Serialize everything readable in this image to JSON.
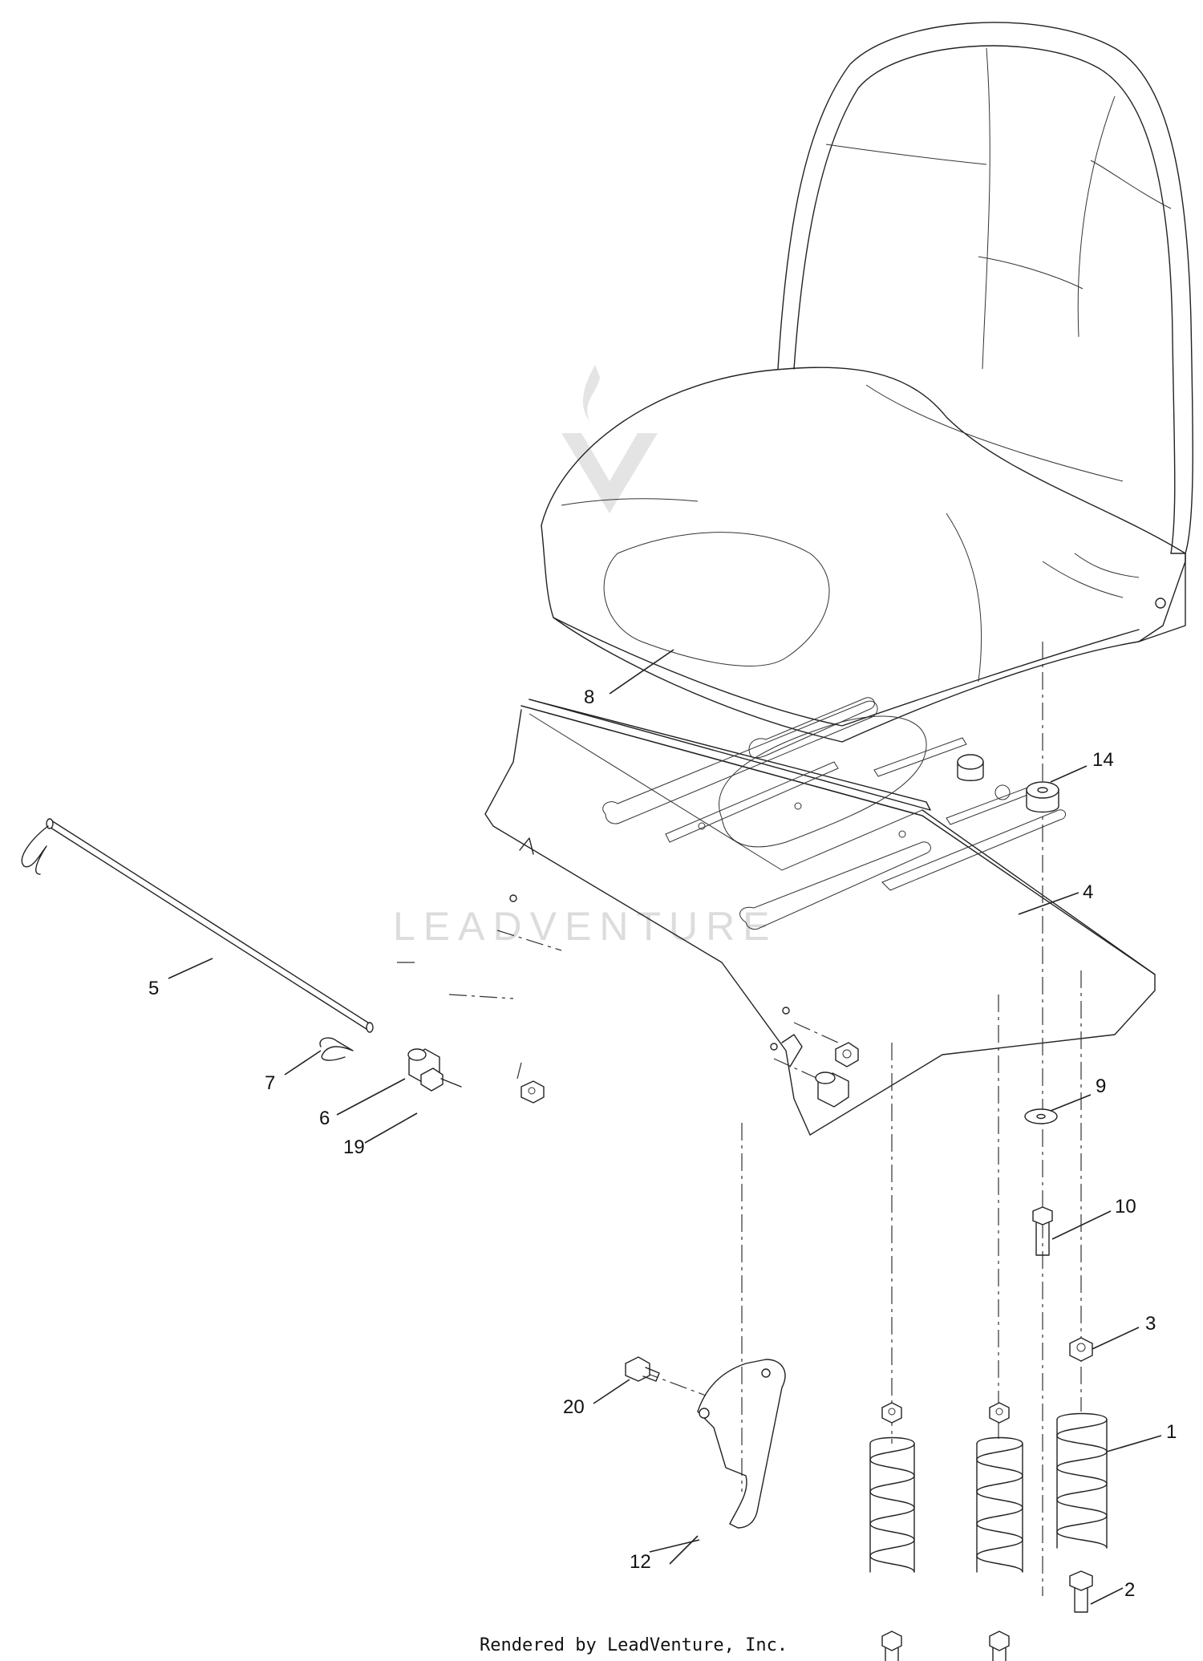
{
  "watermark": "LEADVENTURE",
  "caption": "Rendered by LeadVenture, Inc.",
  "callouts": [
    "1",
    "2",
    "3",
    "4",
    "5",
    "6",
    "7",
    "8",
    "9",
    "10",
    "12",
    "14",
    "19",
    "20"
  ]
}
